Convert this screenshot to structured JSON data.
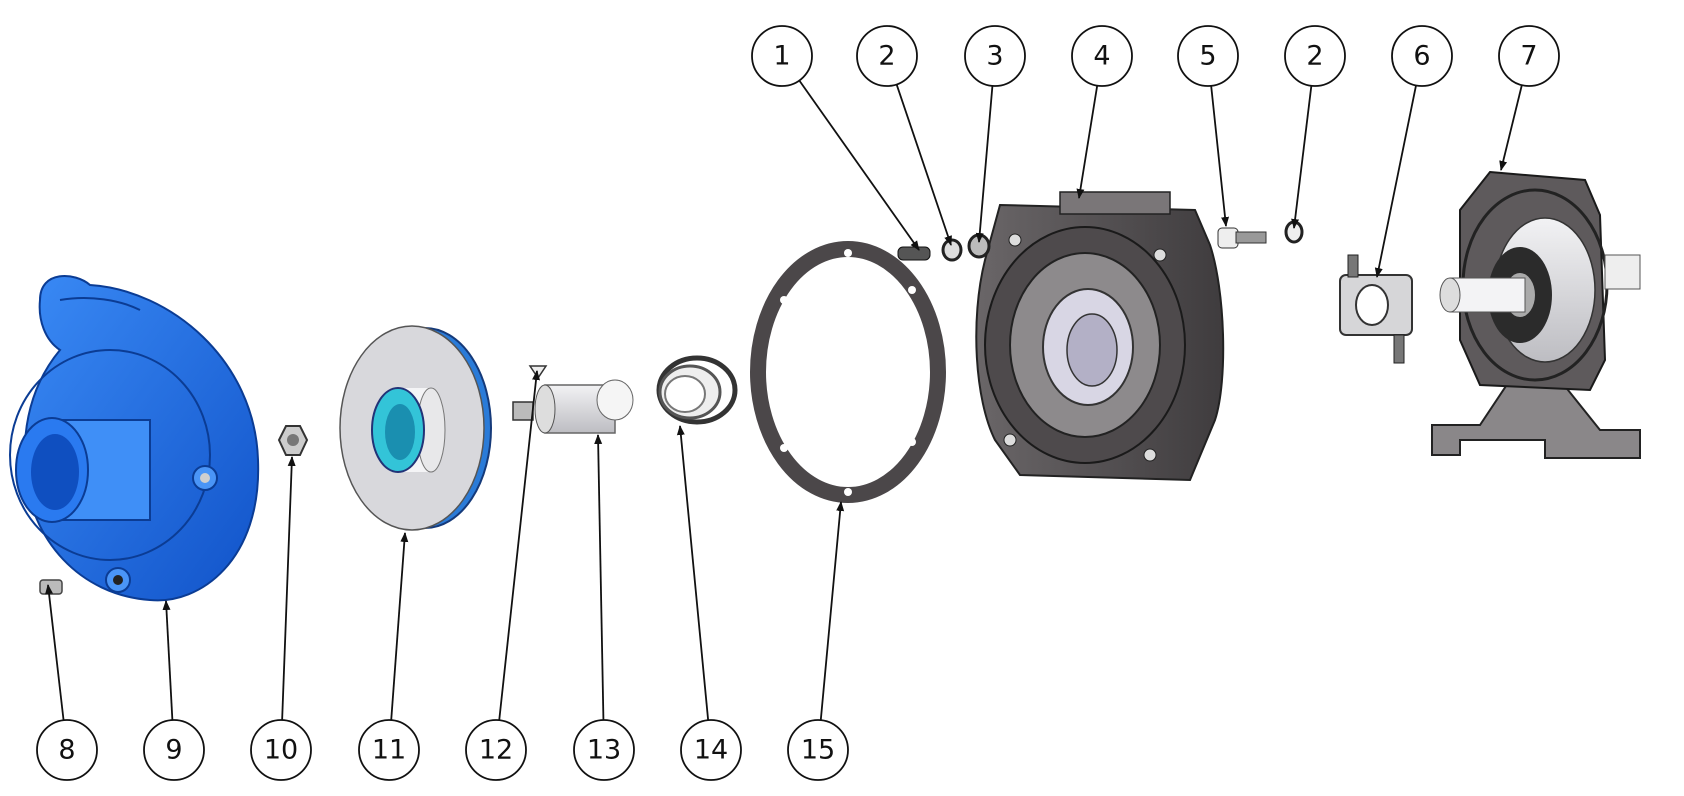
{
  "title": "Pump exploded view",
  "balloons": [
    {
      "id": "b1",
      "label": "1",
      "part": "stud"
    },
    {
      "id": "b2a",
      "label": "2",
      "part": "washer"
    },
    {
      "id": "b3",
      "label": "3",
      "part": "nut"
    },
    {
      "id": "b4",
      "label": "4",
      "part": "adapter-backplate"
    },
    {
      "id": "b5",
      "label": "5",
      "part": "bolt"
    },
    {
      "id": "b2b",
      "label": "2",
      "part": "washer"
    },
    {
      "id": "b6",
      "label": "6",
      "part": "shaft-clamp"
    },
    {
      "id": "b7",
      "label": "7",
      "part": "bearing-frame"
    },
    {
      "id": "b8",
      "label": "8",
      "part": "drain-plug"
    },
    {
      "id": "b9",
      "label": "9",
      "part": "volute-casing"
    },
    {
      "id": "b10",
      "label": "10",
      "part": "impeller-nut"
    },
    {
      "id": "b11",
      "label": "11",
      "part": "impeller"
    },
    {
      "id": "b12",
      "label": "12",
      "part": "key"
    },
    {
      "id": "b13",
      "label": "13",
      "part": "shaft-sleeve"
    },
    {
      "id": "b14",
      "label": "14",
      "part": "mechanical-seal"
    },
    {
      "id": "b15",
      "label": "15",
      "part": "gasket"
    }
  ],
  "colors": {
    "casing": "#1f6fe8",
    "metal_dark": "#5a5658",
    "metal_light": "#d9d9dc",
    "hub": "#33c4d8"
  }
}
